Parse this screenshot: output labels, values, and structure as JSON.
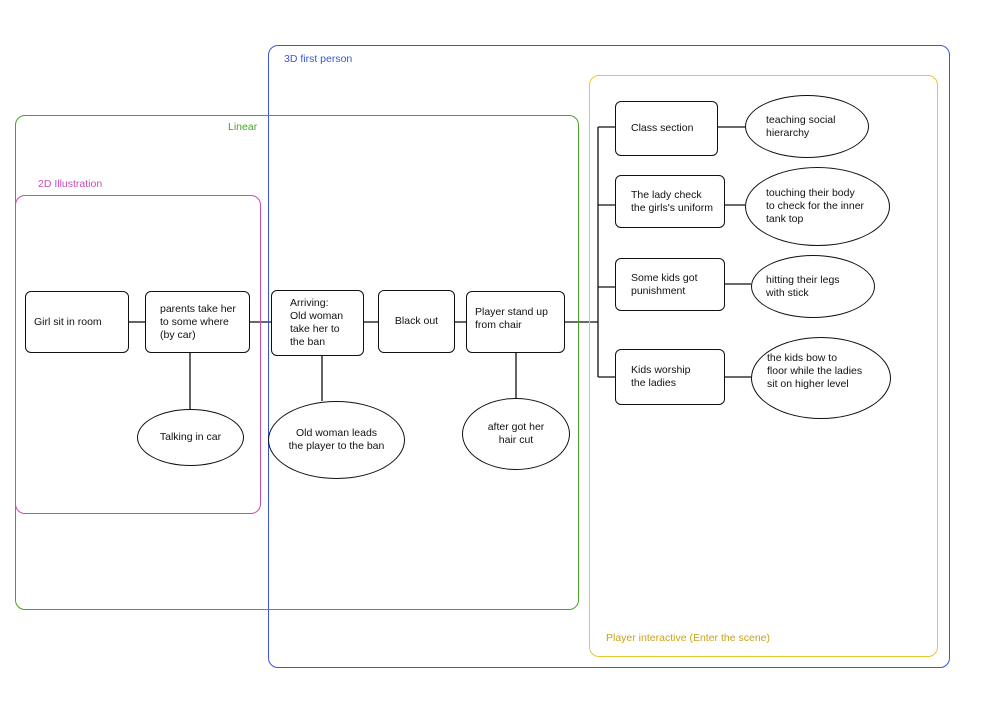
{
  "regions": {
    "first_person_3d": {
      "label": "3D first person",
      "color": "#3a55d9"
    },
    "linear": {
      "label": "Linear",
      "color": "#4aa324"
    },
    "illustration_2d": {
      "label": "2D Illustration",
      "color": "#c84fb5"
    },
    "player_interactive": {
      "label": "Player interactive (Enter the scene)",
      "color": "#e8c832"
    }
  },
  "nodes": {
    "girl_sit_in_room": "Girl sit in room",
    "parents_take_her": "parents take her\nto some where\n(by car)",
    "talking_in_car": "Talking in car",
    "arriving": "Arriving:\nOld woman\ntake her to\nthe ban",
    "old_woman_leads": "Old woman leads\nthe player to the ban",
    "black_out": "Black out",
    "player_stand_up": "Player stand up\nfrom chair",
    "after_haircut": "after got her\nhair cut",
    "class_section": "Class section",
    "teaching_hierarchy": "teaching social\nhierarchy",
    "lady_check_uniform": "The lady check\nthe girls's uniform",
    "touching_body": "touching their body\nto check for the inner\ntank top",
    "kids_punishment": "Some kids got\npunishment",
    "hitting_legs": "hitting their legs\nwith stick",
    "kids_worship": "Kids worship\nthe ladies",
    "kids_bow": "the kids bow to\nfloor while the ladies\nsit on higher level"
  }
}
